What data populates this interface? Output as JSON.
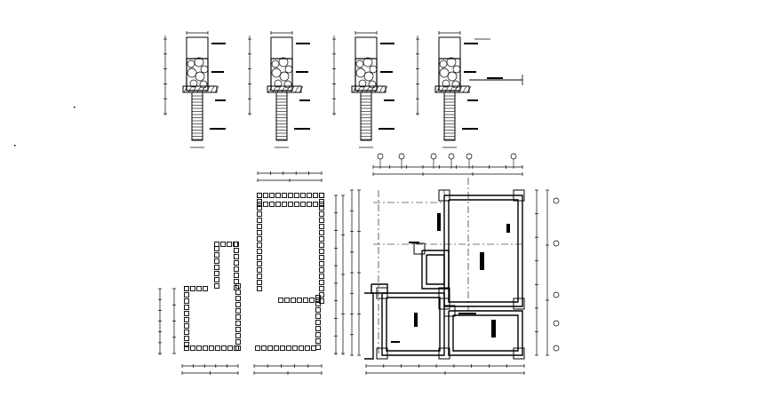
{
  "drawing": {
    "line_color": "#000000",
    "background": "#ffffff",
    "sections": [
      {
        "id": "section-1",
        "variant": "plain"
      },
      {
        "id": "section-2",
        "variant": "plain"
      },
      {
        "id": "section-3",
        "variant": "narrow"
      },
      {
        "id": "section-4",
        "variant": "with-plinth"
      }
    ],
    "plans": [
      {
        "id": "plan-left",
        "type": "column-layout"
      },
      {
        "id": "plan-right",
        "type": "foundation-layout"
      }
    ]
  }
}
